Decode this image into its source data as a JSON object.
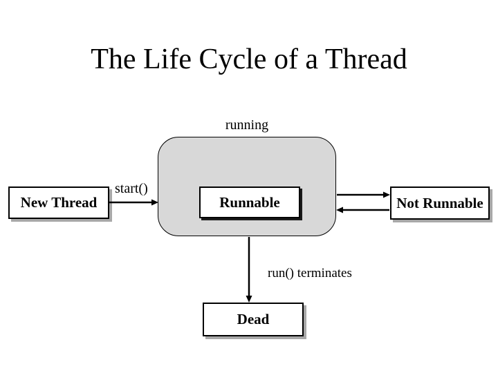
{
  "slide": {
    "title": "The Life Cycle of a Thread"
  },
  "diagram": {
    "region_label": "running",
    "nodes": {
      "new_thread": "New Thread",
      "runnable": "Runnable",
      "not_runnable": "Not Runnable",
      "dead": "Dead"
    },
    "edges": {
      "start": "start()",
      "terminates": "run() terminates"
    }
  },
  "colors": {
    "background": "#ffffff",
    "region_fill": "#d8d8d8",
    "node_fill": "#ffffff",
    "border": "#000000",
    "node_shadow": "#a8a8a8",
    "text": "#000000"
  }
}
